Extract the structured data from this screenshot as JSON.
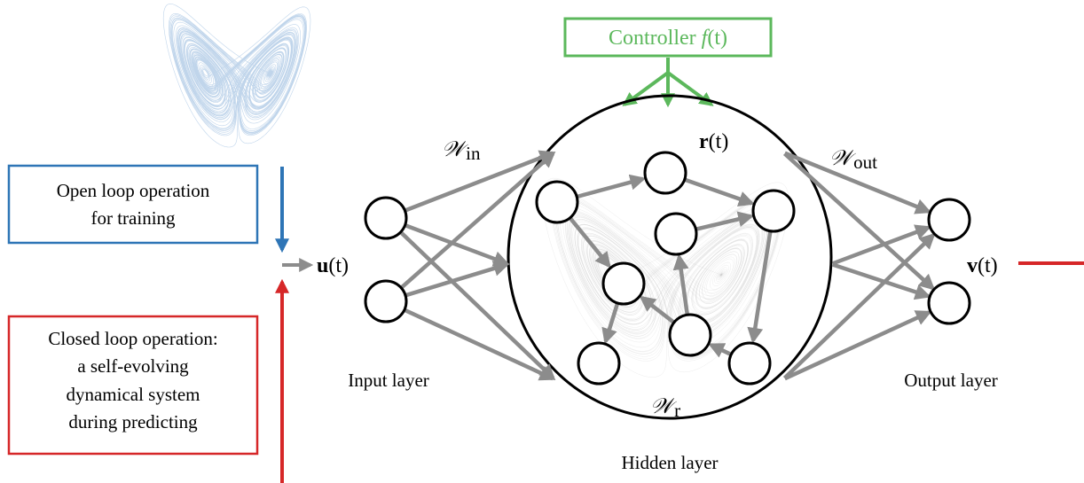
{
  "controller": {
    "label": "Controller ",
    "func": "f",
    "arg": "(t)",
    "color": "#5cb85c"
  },
  "open_loop_box": {
    "lines": [
      "Open loop operation",
      "for training"
    ],
    "color": "#2e75b6"
  },
  "closed_loop_box": {
    "lines": [
      "Closed loop operation:",
      "a self-evolving",
      "dynamical system",
      "during predicting"
    ],
    "color": "#d62728"
  },
  "weights": {
    "input": {
      "symbol": "𝒲",
      "sub": "in"
    },
    "output": {
      "symbol": "𝒲",
      "sub": "out"
    },
    "reservoir": {
      "symbol": "𝒲",
      "sub": "r"
    }
  },
  "signals": {
    "input": {
      "bold": "u",
      "rest": "(t)"
    },
    "reservoir": {
      "bold": "r",
      "rest": "(t)"
    },
    "output": {
      "bold": "v",
      "rest": "(t)"
    }
  },
  "layers": {
    "input": "Input layer",
    "hidden": "Hidden layer",
    "output": "Output layer"
  },
  "colors": {
    "arrow": "#8c8c8c",
    "attractor": "#4a86c5",
    "attractor_ghost": "#c8c8c8",
    "feedback": "#d62728",
    "training": "#2e75b6"
  }
}
